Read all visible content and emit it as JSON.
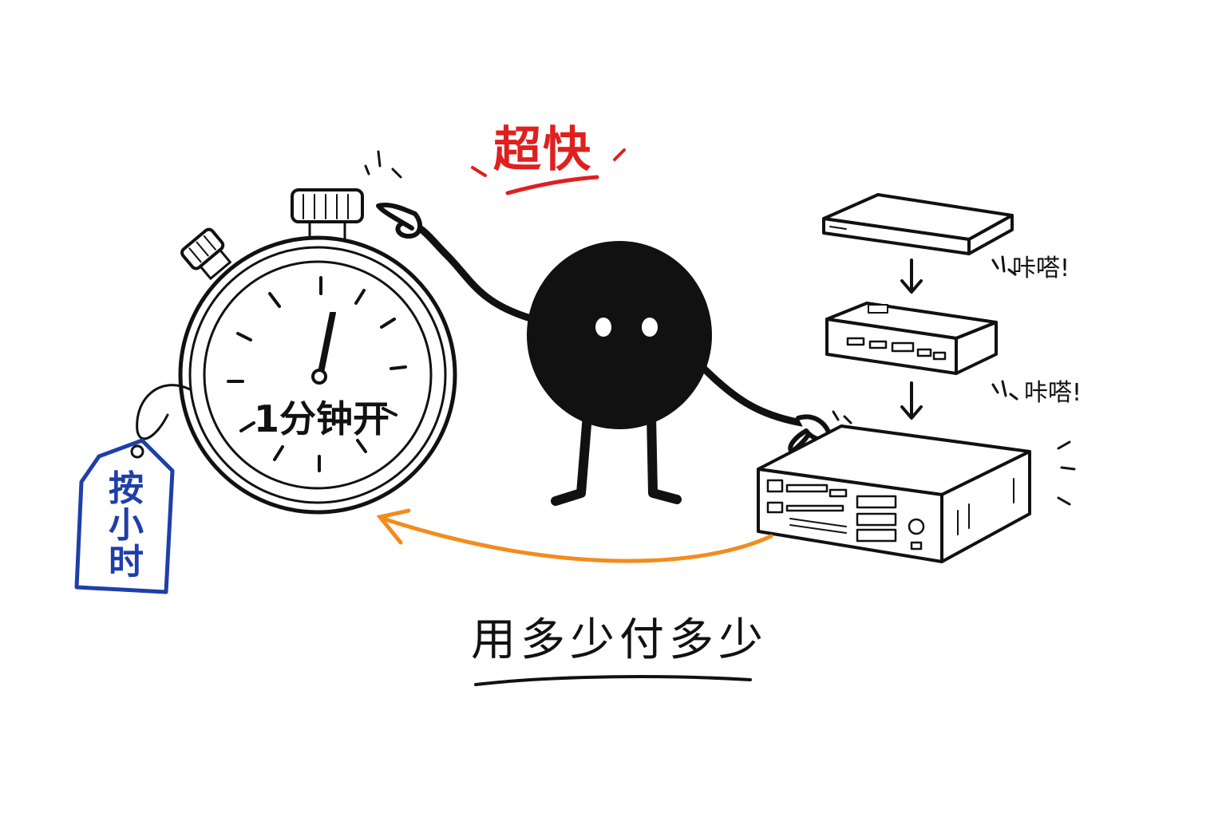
{
  "labels": {
    "fast": "超快",
    "click_1": "咔嗒!",
    "click_2": "咔嗒!",
    "timer": "1分钟开",
    "tag": "按小时",
    "tagline": "用多少付多少"
  },
  "colors": {
    "ink": "#111111",
    "fast_text": "#e01f1f",
    "tag_ink": "#1f3fa8",
    "return_arrow": "#f28c1e",
    "background": "#ffffff"
  },
  "icons": [
    "stopwatch-icon",
    "price-tag-icon",
    "blob-character",
    "server-stack-icon",
    "return-arrow-icon"
  ]
}
